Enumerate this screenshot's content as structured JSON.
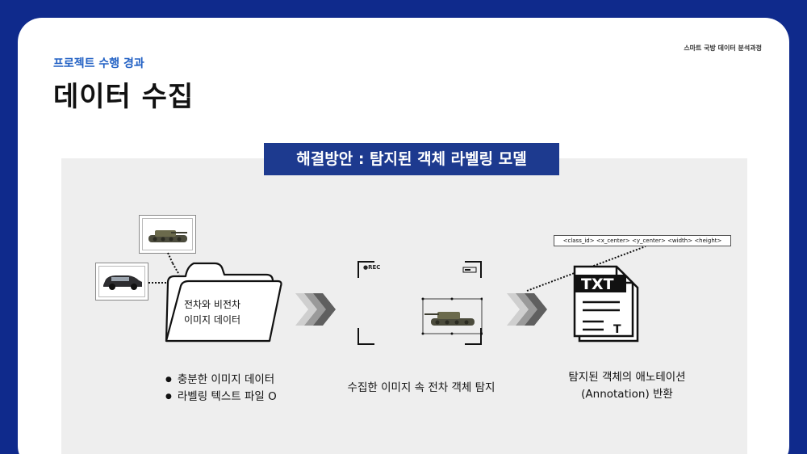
{
  "header": {
    "course": "스마트 국방 데이터 분석과정",
    "kicker": "프로젝트 수행 경과",
    "title": "데이터 수집"
  },
  "banner": {
    "label": "해결방안 : 탐지된 객체 라벨링 모델"
  },
  "step1": {
    "folder_lines": [
      "전차와 비전차",
      "이미지 데이터"
    ],
    "bullets": [
      "충분한 이미지 데이터",
      "라벨링 텍스트 파일 O"
    ]
  },
  "step2": {
    "rec_label": "●REC",
    "caption": "수집한 이미지 속 전차 객체 탐지"
  },
  "step3": {
    "callout": "<class_id> <x_center> <y_center> <width> <height>",
    "file_label": "TXT",
    "file_letter": "T",
    "caption_lines": [
      "탐지된 객체의 애노테이션",
      "(Annotation) 반환"
    ]
  },
  "colors": {
    "background": "#0f2a8c",
    "banner": "#1d3a8f",
    "accent": "#2160c4",
    "panel": "#eeeeee",
    "chevron": "#6d6d6d"
  }
}
